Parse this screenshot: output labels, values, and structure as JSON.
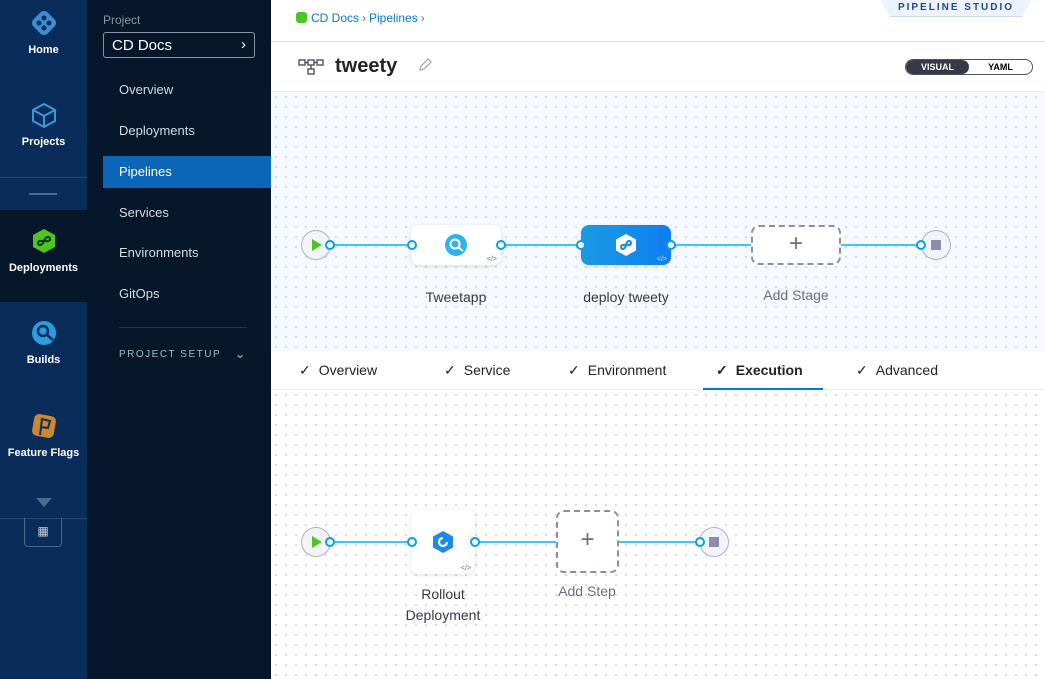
{
  "rail": {
    "items": [
      {
        "label": "Home",
        "icon": "harness-home-icon"
      },
      {
        "label": "Projects",
        "icon": "cube-icon"
      },
      {
        "label": "Deployments",
        "icon": "cd-icon"
      },
      {
        "label": "Builds",
        "icon": "ci-icon"
      },
      {
        "label": "Feature Flags",
        "icon": "flag-icon"
      }
    ]
  },
  "sidebar": {
    "project_label": "Project",
    "project": "CD Docs",
    "items": [
      {
        "label": "Overview"
      },
      {
        "label": "Deployments"
      },
      {
        "label": "Pipelines"
      },
      {
        "label": "Services"
      },
      {
        "label": "Environments"
      },
      {
        "label": "GitOps"
      }
    ],
    "section": "PROJECT SETUP"
  },
  "header": {
    "crumbs": [
      "CD Docs",
      "Pipelines"
    ],
    "studio": "PIPELINE STUDIO"
  },
  "title": {
    "name": "tweety",
    "toggle": [
      "VISUAL",
      "YAML"
    ]
  },
  "stages": [
    {
      "label": "Tweetapp"
    },
    {
      "label": "deploy tweety"
    },
    {
      "label": "Add Stage"
    }
  ],
  "tabs": [
    {
      "label": "Overview"
    },
    {
      "label": "Service"
    },
    {
      "label": "Environment"
    },
    {
      "label": "Execution"
    },
    {
      "label": "Advanced"
    }
  ],
  "steps": [
    {
      "label": "Rollout Deployment"
    },
    {
      "label": "Add Step"
    }
  ],
  "colors": {
    "accent": "#0278d5",
    "connector": "#3dc7f6",
    "rail": "#0a2c5a",
    "sidebar": "#07172b"
  }
}
